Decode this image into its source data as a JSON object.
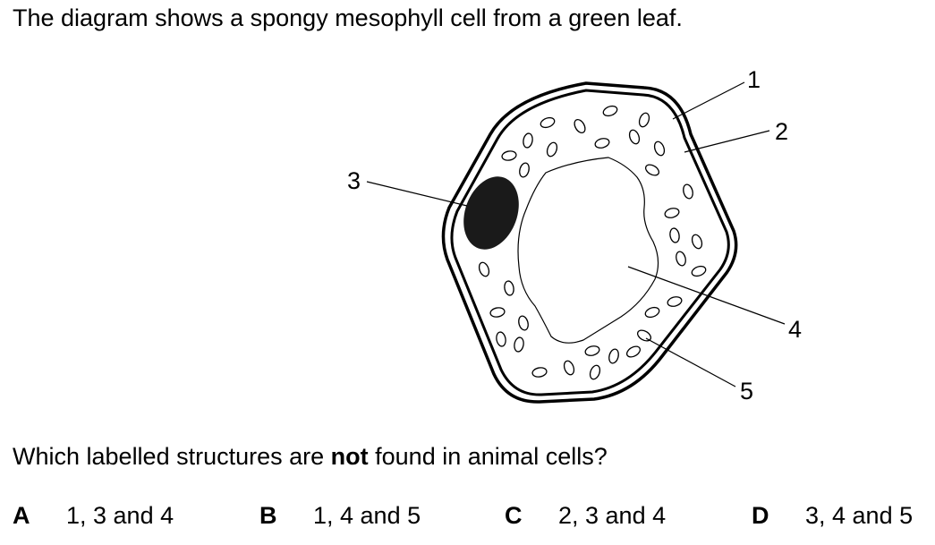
{
  "intro": "The diagram shows a spongy mesophyll cell from a green leaf.",
  "labels": [
    "1",
    "2",
    "3",
    "4",
    "5"
  ],
  "question": {
    "before": "Which labelled structures are ",
    "emphasis": "not",
    "after": " found in animal cells?"
  },
  "options": [
    {
      "letter": "A",
      "text": "1, 3 and 4"
    },
    {
      "letter": "B",
      "text": "1, 4 and 5"
    },
    {
      "letter": "C",
      "text": "2, 3 and 4"
    },
    {
      "letter": "D",
      "text": "3, 4 and 5"
    }
  ]
}
